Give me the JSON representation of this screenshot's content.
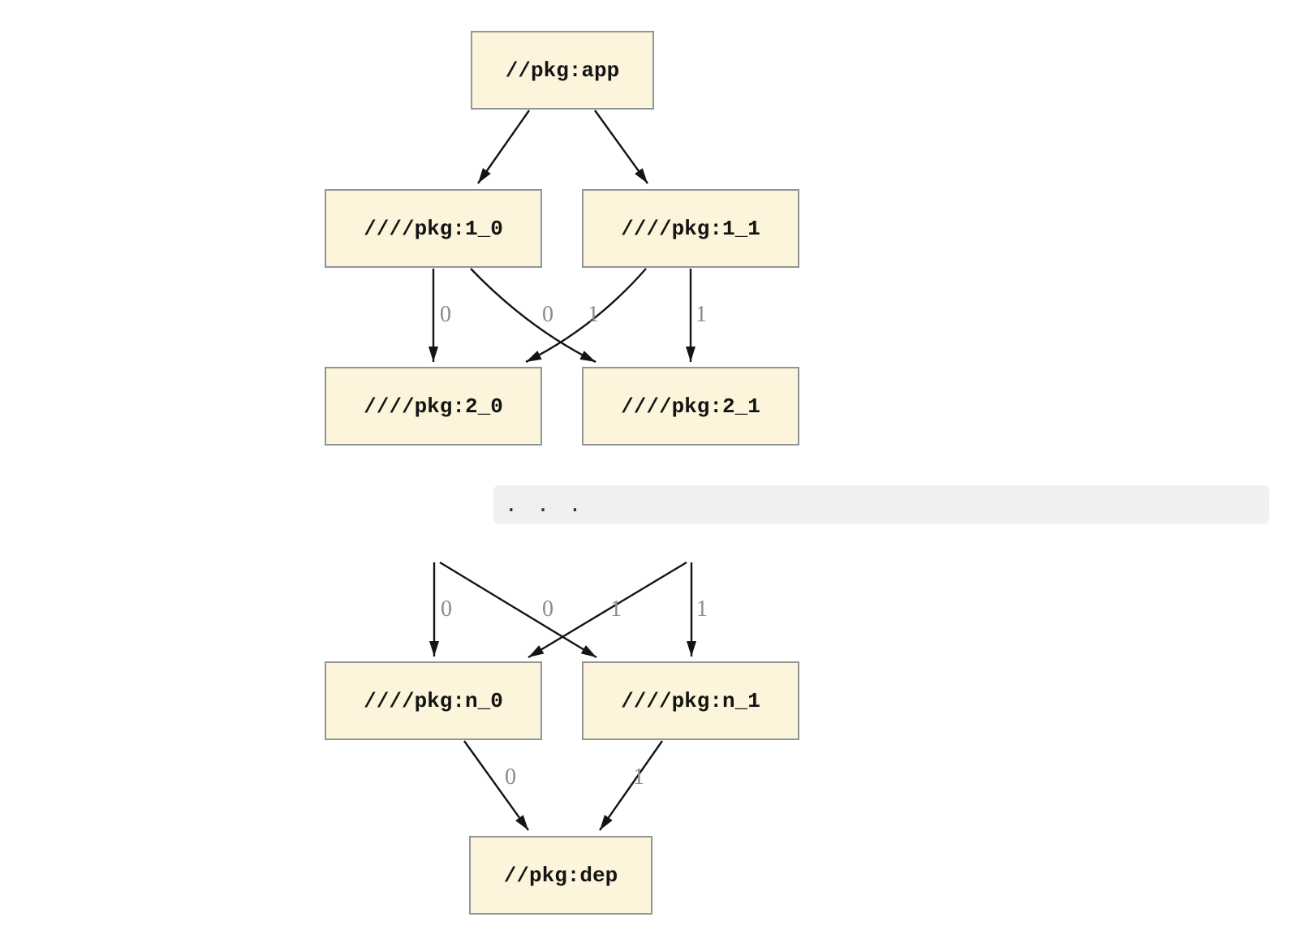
{
  "graph": {
    "nodes": [
      {
        "id": "app",
        "label": "//pkg:app"
      },
      {
        "id": "1_0",
        "label": "////pkg:1_0"
      },
      {
        "id": "1_1",
        "label": "////pkg:1_1"
      },
      {
        "id": "2_0",
        "label": "////pkg:2_0"
      },
      {
        "id": "2_1",
        "label": "////pkg:2_1"
      },
      {
        "id": "n_0",
        "label": "////pkg:n_0"
      },
      {
        "id": "n_1",
        "label": "////pkg:n_1"
      },
      {
        "id": "dep",
        "label": "//pkg:dep"
      }
    ],
    "ellipsis_text": ". . .",
    "edges": [
      {
        "from": "//pkg:app",
        "to": "////pkg:1_0",
        "label": ""
      },
      {
        "from": "//pkg:app",
        "to": "////pkg:1_1",
        "label": ""
      },
      {
        "from": "////pkg:1_0",
        "to": "////pkg:2_0",
        "label": "0"
      },
      {
        "from": "////pkg:1_1",
        "to": "////pkg:2_0",
        "label": "0"
      },
      {
        "from": "////pkg:1_0",
        "to": "////pkg:2_1",
        "label": "1"
      },
      {
        "from": "////pkg:1_1",
        "to": "////pkg:2_1",
        "label": "1"
      },
      {
        "from": "...",
        "to": "////pkg:n_0",
        "label": "0"
      },
      {
        "from": "...",
        "to": "////pkg:n_0",
        "label": "0"
      },
      {
        "from": "...",
        "to": "////pkg:n_1",
        "label": "1"
      },
      {
        "from": "...",
        "to": "////pkg:n_1",
        "label": "1"
      },
      {
        "from": "////pkg:n_0",
        "to": "//pkg:dep",
        "label": "0"
      },
      {
        "from": "////pkg:n_1",
        "to": "//pkg:dep",
        "label": "1"
      }
    ],
    "colors": {
      "background": "#ffffff",
      "node_fill": "#fcf5db",
      "node_border": "#8f9695",
      "edge": "#141414",
      "edge_label": "#8a8a8a",
      "ellipsis_bg": "#f0f0f0"
    }
  }
}
